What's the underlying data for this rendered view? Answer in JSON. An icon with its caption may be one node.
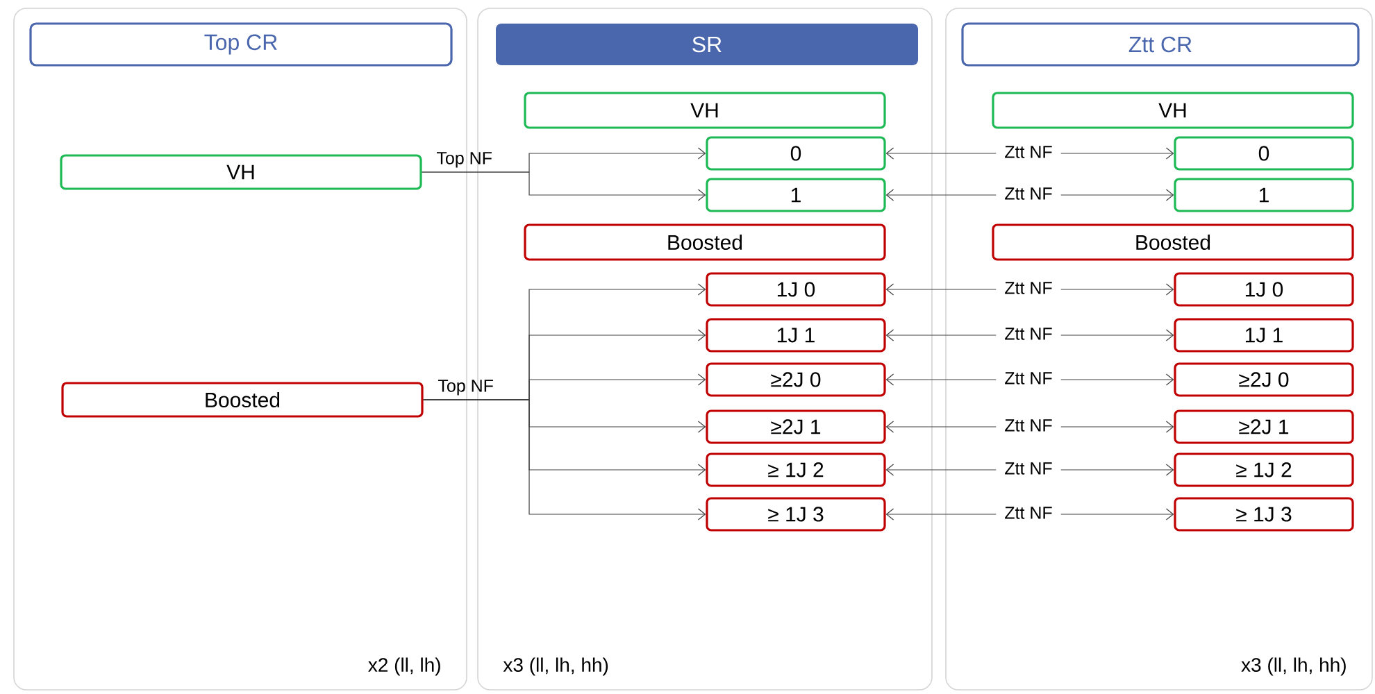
{
  "diagram": {
    "nodes": [
      {
        "text": [
          "x2 (ll, lh)"
        ]
      },
      {
        "text": [
          "Top CR"
        ],
        "in": 0
      },
      {
        "text": [
          "VH"
        ],
        "in": 0
      },
      {
        "text": [
          "Boosted"
        ],
        "in": 0
      },
      {
        "text": [
          "x3 (ll, lh, hh)"
        ]
      },
      {
        "text": [
          "SR"
        ],
        "in": 4
      },
      {
        "text": [
          "VH"
        ],
        "in": 4
      },
      {
        "text": [
          "0"
        ],
        "in": 4
      },
      {
        "text": [
          "1"
        ],
        "in": 4
      },
      {
        "text": [
          "Boosted"
        ],
        "in": 4
      },
      {
        "text": [
          "1J 0"
        ],
        "in": 4
      },
      {
        "text": [
          "1J 1"
        ],
        "in": 4
      },
      {
        "text": [
          "≥2J 0"
        ],
        "in": 4
      },
      {
        "text": [
          "≥2J 1"
        ],
        "in": 4
      },
      {
        "text": [
          "≥ 1J 2"
        ],
        "in": 4
      },
      {
        "text": [
          "≥ 1J 3"
        ],
        "in": 4
      },
      {
        "text": [
          "x3 (ll, lh, hh)"
        ]
      },
      {
        "text": [
          "Ztt CR"
        ],
        "in": 16
      },
      {
        "text": [
          "VH"
        ],
        "in": 16
      },
      {
        "text": [
          "0"
        ],
        "in": 16
      },
      {
        "text": [
          "1"
        ],
        "in": 16
      },
      {
        "text": [
          "Boosted"
        ],
        "in": 16
      },
      {
        "text": [
          "1J 0"
        ],
        "in": 16
      },
      {
        "text": [
          "1J 1"
        ],
        "in": 16
      },
      {
        "text": [
          "≥2J 0"
        ],
        "in": 16
      },
      {
        "text": [
          "≥2J 1"
        ],
        "in": 16
      },
      {
        "text": [
          "≥ 1J 2"
        ],
        "in": 16
      },
      {
        "text": [
          "≥ 1J 3"
        ],
        "in": 16
      }
    ],
    "edges": [
      {
        "from": 2,
        "to": 7,
        "arrow": "to",
        "label": "Top NF"
      },
      {
        "from": 2,
        "to": 8,
        "arrow": "to"
      },
      {
        "from": 3,
        "to": 10,
        "arrow": "to",
        "label": "Top NF"
      },
      {
        "from": 3,
        "to": 11,
        "arrow": "to"
      },
      {
        "from": 3,
        "to": 12,
        "arrow": "to"
      },
      {
        "from": 3,
        "to": 13,
        "arrow": "to"
      },
      {
        "from": 3,
        "to": 14,
        "arrow": "to"
      },
      {
        "from": 3,
        "to": 15,
        "arrow": "to"
      },
      {
        "from": 7,
        "to": 19,
        "arrow": "both",
        "label": "Ztt NF"
      },
      {
        "from": 8,
        "to": 20,
        "arrow": "both",
        "label": "Ztt NF"
      },
      {
        "from": 10,
        "to": 22,
        "arrow": "both",
        "label": "Ztt NF"
      },
      {
        "from": 11,
        "to": 23,
        "arrow": "both",
        "label": "Ztt NF"
      },
      {
        "from": 12,
        "to": 24,
        "arrow": "both",
        "label": "Ztt NF"
      },
      {
        "from": 13,
        "to": 25,
        "arrow": "both",
        "label": "Ztt NF"
      },
      {
        "from": 14,
        "to": 26,
        "arrow": "both",
        "label": "Ztt NF"
      },
      {
        "from": 15,
        "to": 27,
        "arrow": "both",
        "label": "Ztt NF"
      }
    ]
  }
}
